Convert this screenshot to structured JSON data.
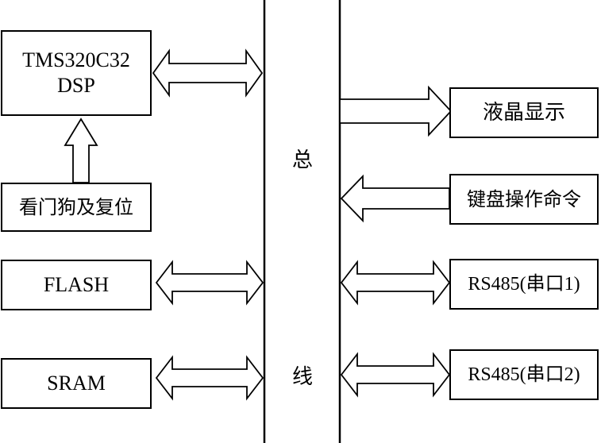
{
  "blocks": {
    "dsp": {
      "line1": "TMS320C32",
      "line2": "DSP"
    },
    "watchdog": "看门狗及复位",
    "flash": "FLASH",
    "sram": "SRAM",
    "lcd": "液晶显示",
    "keyboard": "键盘操作命令",
    "rs485_1": "RS485(串口1)",
    "rs485_2": "RS485(串口2)"
  },
  "bus": {
    "char_top": "总",
    "char_bottom": "线"
  }
}
